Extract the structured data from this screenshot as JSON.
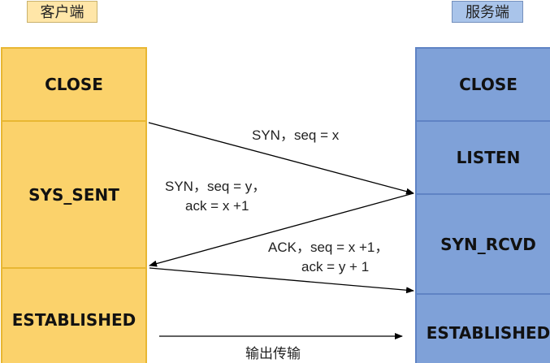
{
  "headers": {
    "client": "客户端",
    "server": "服务端"
  },
  "client_states": [
    {
      "label": "CLOSE"
    },
    {
      "label": "SYS_SENT"
    },
    {
      "label": "ESTABLISHED"
    }
  ],
  "server_states": [
    {
      "label": "CLOSE"
    },
    {
      "label": "LISTEN"
    },
    {
      "label": "SYN_RCVD"
    },
    {
      "label": "ESTABLISHED"
    }
  ],
  "messages": {
    "syn": "SYN，seq = x",
    "synack_line1": "SYN，seq = y，",
    "synack_line2": "ack =  x +1",
    "ack_line1": "ACK，seq = x +1，",
    "ack_line2": "ack = y + 1",
    "data": "输出传输"
  },
  "colors": {
    "client_fill": "#fbd26b",
    "client_border": "#e8b733",
    "server_fill": "#7fa1d8",
    "server_border": "#5f83c4"
  }
}
